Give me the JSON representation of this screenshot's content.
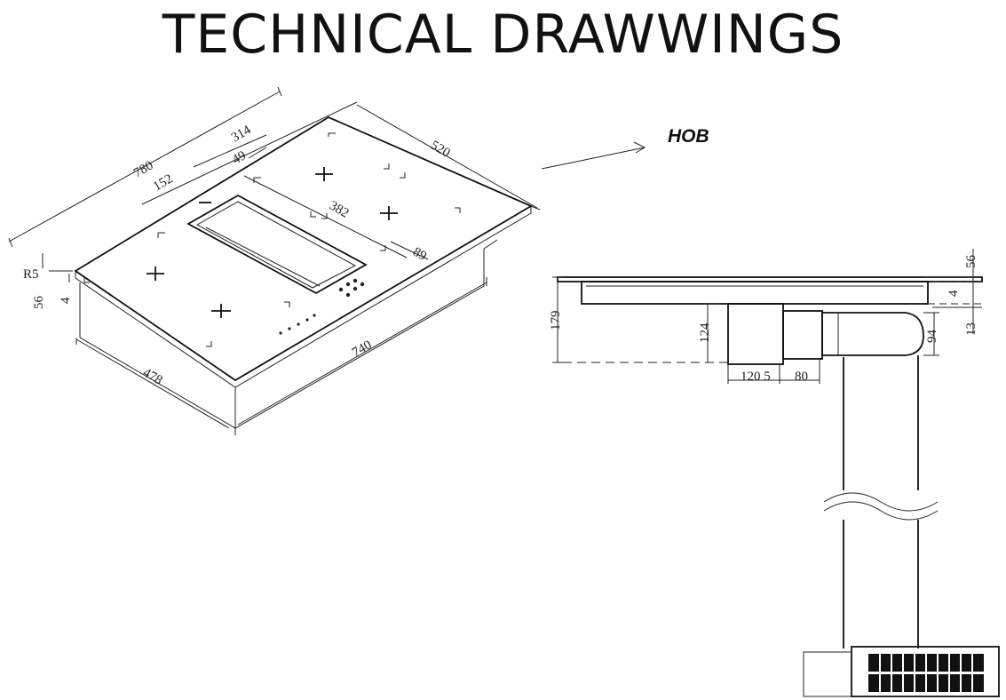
{
  "title": "TECHNICAL DRAWWINGS",
  "label_hob": "HOB",
  "iso": {
    "d780": "780",
    "d314": "314",
    "d49": "49",
    "d520": "520",
    "d152": "152",
    "d382": "382",
    "d89": "89",
    "dR5": "R5",
    "d56": "56",
    "d4": "4",
    "d478": "478",
    "d740": "740"
  },
  "side": {
    "d56": "56",
    "d4": "4",
    "d13": "13",
    "d179": "179",
    "d124": "124",
    "d94": "94",
    "d120_5": "120 5",
    "d80": "80"
  }
}
